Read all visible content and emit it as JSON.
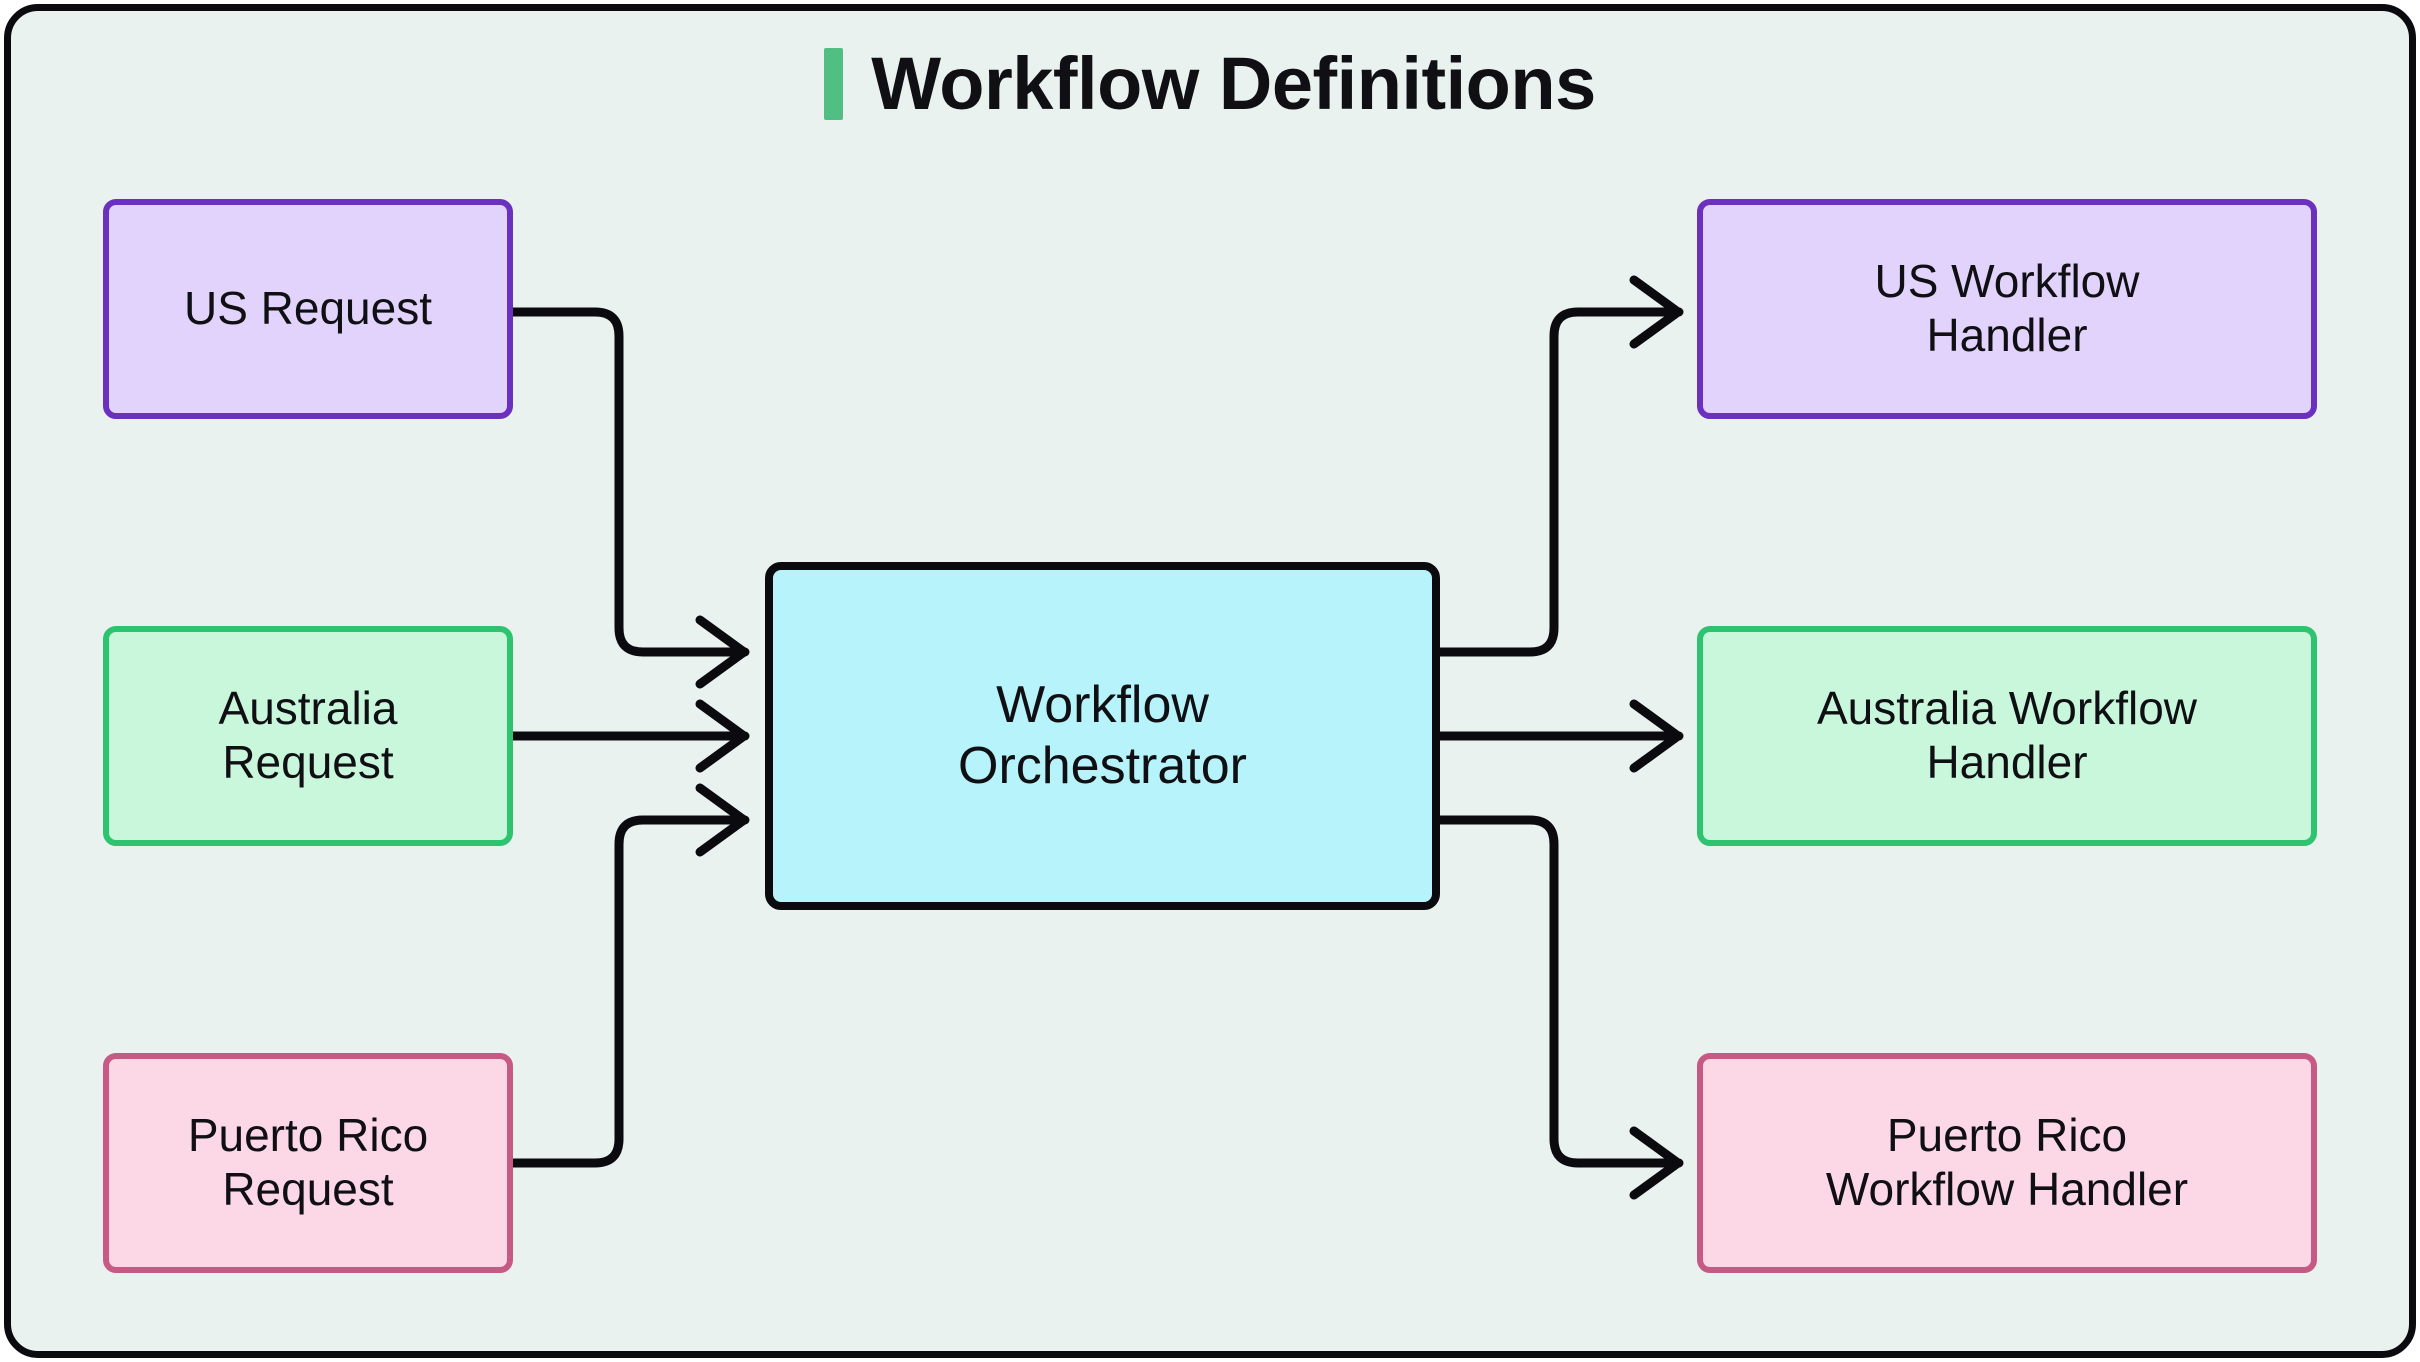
{
  "diagram": {
    "title": "Workflow Definitions",
    "accent_color": "#51BE84",
    "background_color": "#EAF2EF",
    "frame_border_color": "#0B0B0F",
    "edge_color": "#0B0B0F",
    "nodes": {
      "us_request": {
        "label": "US Request",
        "fill": "#E2D3FC",
        "border": "#6B31BE"
      },
      "australia_request": {
        "label": "Australia\nRequest",
        "fill": "#C8F7DB",
        "border": "#2EC46F"
      },
      "puerto_rico_request": {
        "label": "Puerto Rico\nRequest",
        "fill": "#FCD7E5",
        "border": "#C75A84"
      },
      "orchestrator": {
        "label": "Workflow\nOrchestrator",
        "fill": "#B6F3FA",
        "border": "#0B0B0F"
      },
      "us_handler": {
        "label": "US Workflow\nHandler",
        "fill": "#E2D3FC",
        "border": "#6B31BE"
      },
      "australia_handler": {
        "label": "Australia Workflow\nHandler",
        "fill": "#C8F7DB",
        "border": "#2EC46F"
      },
      "puerto_rico_handler": {
        "label": "Puerto Rico\nWorkflow Handler",
        "fill": "#FCD7E5",
        "border": "#C75A84"
      }
    },
    "edges": [
      {
        "from": "us_request",
        "to": "orchestrator"
      },
      {
        "from": "australia_request",
        "to": "orchestrator"
      },
      {
        "from": "puerto_rico_request",
        "to": "orchestrator"
      },
      {
        "from": "orchestrator",
        "to": "us_handler"
      },
      {
        "from": "orchestrator",
        "to": "australia_handler"
      },
      {
        "from": "orchestrator",
        "to": "puerto_rico_handler"
      }
    ]
  }
}
